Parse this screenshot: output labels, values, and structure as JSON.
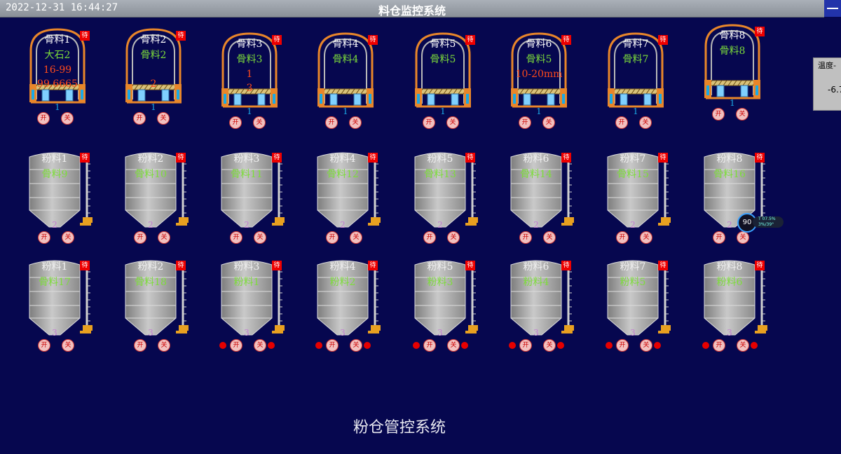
{
  "titlebar": {
    "datetime": "2022-12-31 16:44:27",
    "title": "料仓监控系统"
  },
  "temperature": {
    "label": "温度-",
    "value": "-6.7"
  },
  "colors": {
    "background": "#06074f",
    "label_green": "#7ddc3a",
    "label_orange": "#ff4a1a",
    "silo_gray": "#a9a9a9",
    "badge_red": "#e00000",
    "level_cyan": "#1aa9e6"
  },
  "aggregate_bins": [
    {
      "name": "骨料1",
      "material": "大石2",
      "spec": "16-99",
      "value": "99.6665",
      "level": "1",
      "badge": "待"
    },
    {
      "name": "骨料2",
      "material": "骨料2",
      "spec": "",
      "value": "2",
      "level": "1",
      "badge": "待"
    },
    {
      "name": "骨料3",
      "material": "骨料3",
      "spec": "1",
      "value": "3",
      "level": "1",
      "badge": "待"
    },
    {
      "name": "骨料4",
      "material": "骨料4",
      "spec": "",
      "value": "",
      "level": "1",
      "badge": "待"
    },
    {
      "name": "骨料5",
      "material": "骨料5",
      "spec": "",
      "value": "",
      "level": "1",
      "badge": "待"
    },
    {
      "name": "骨料6",
      "material": "骨料5",
      "spec": "10-20mm",
      "value": "",
      "level": "1",
      "badge": "待"
    },
    {
      "name": "骨料7",
      "material": "骨料7",
      "spec": "",
      "value": "",
      "level": "1",
      "badge": "待"
    },
    {
      "name": "骨料8",
      "material": "骨料8",
      "spec": "",
      "value": "",
      "level": "1",
      "badge": "待"
    }
  ],
  "silo_row_1": [
    {
      "name": "粉料1",
      "material": "骨料9",
      "level": "2",
      "badge": "待"
    },
    {
      "name": "粉料2",
      "material": "骨料10",
      "level": "2",
      "badge": "待"
    },
    {
      "name": "粉料3",
      "material": "骨料11",
      "level": "2",
      "badge": "待"
    },
    {
      "name": "粉料4",
      "material": "骨料12",
      "level": "2",
      "badge": "待"
    },
    {
      "name": "粉料5",
      "material": "骨料13",
      "level": "2",
      "badge": "待"
    },
    {
      "name": "粉料6",
      "material": "骨料14",
      "level": "2",
      "badge": "待"
    },
    {
      "name": "粉料7",
      "material": "骨料15",
      "level": "2",
      "badge": "待"
    },
    {
      "name": "粉料8",
      "material": "骨料16",
      "level": "2",
      "badge": "待"
    }
  ],
  "silo_row_2": [
    {
      "name": "粉料1",
      "material": "骨料17",
      "level": "3",
      "badge": "待",
      "dots": false
    },
    {
      "name": "粉料2",
      "material": "骨料18",
      "level": "3",
      "badge": "待",
      "dots": false
    },
    {
      "name": "粉料3",
      "material": "粉料1",
      "level": "3",
      "badge": "待",
      "dots": true
    },
    {
      "name": "粉料4",
      "material": "粉料2",
      "level": "3",
      "badge": "待",
      "dots": true
    },
    {
      "name": "粉料5",
      "material": "粉料3",
      "level": "3",
      "badge": "待",
      "dots": true
    },
    {
      "name": "粉料6",
      "material": "粉料4",
      "level": "3",
      "badge": "待",
      "dots": true
    },
    {
      "name": "粉料7",
      "material": "粉料5",
      "level": "3",
      "badge": "待",
      "dots": true
    },
    {
      "name": "粉料8",
      "material": "粉料6",
      "level": "3",
      "badge": "待",
      "dots": true
    }
  ],
  "controls": {
    "open_label": "开",
    "close_label": "关"
  },
  "gauge": {
    "value": "90",
    "caption_1": "T 07.5%",
    "caption_2": "3%/39°"
  },
  "footer": {
    "title": "粉仓管控系统"
  }
}
